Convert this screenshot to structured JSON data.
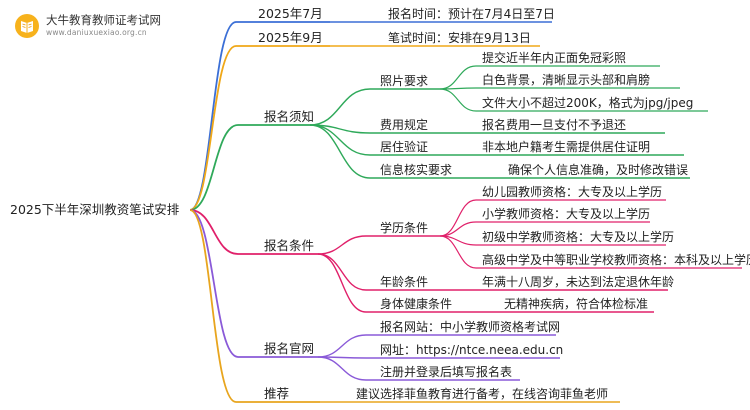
{
  "brand": {
    "title": "大牛教育教师证考试网",
    "url": "www.daniuxuexiao.org.cn"
  },
  "root": "2025下半年深圳教资笔试安排",
  "colors": {
    "blue": "#3b6fd6",
    "orange": "#f0a818",
    "green": "#2fa95a",
    "pink": "#e0206a",
    "purple": "#8a5ad8",
    "gold": "#e8a51e"
  },
  "nodes": {
    "july_date": "2025年7月",
    "july_detail": "报名时间：预计在7月4日至7日",
    "sep_date": "2025年9月",
    "sep_detail": "笔试时间：安排在9月13日",
    "notice": "报名须知",
    "photo": "照片要求",
    "photo_1": "提交近半年内正面免冠彩照",
    "photo_2": "白色背景，清晰显示头部和肩膀",
    "photo_3": "文件大小不超过200K，格式为jpg/jpeg",
    "fee": "费用规定",
    "fee_1": "报名费用一旦支付不予退还",
    "residence": "居住验证",
    "residence_1": "非本地户籍考生需提供居住证明",
    "verify": "信息核实要求",
    "verify_1": "确保个人信息准确，及时修改错误",
    "conditions": "报名条件",
    "edu": "学历条件",
    "edu_1": "幼儿园教师资格：大专及以上学历",
    "edu_2": "小学教师资格：大专及以上学历",
    "edu_3": "初级中学教师资格：大专及以上学历",
    "edu_4": "高级中学及中等职业学校教师资格：本科及以上学历",
    "age": "年龄条件",
    "age_1": "年满十八周岁，未达到法定退休年龄",
    "health": "身体健康条件",
    "health_1": "无精神疾病，符合体检标准",
    "site": "报名官网",
    "site_1": "报名网站：中小学教师资格考试网",
    "site_2": "网址：https://ntce.neea.edu.cn",
    "site_3": "注册并登录后填写报名表",
    "recommend": "推荐",
    "recommend_1": "建议选择菲鱼教育进行备考，在线咨询菲鱼老师"
  }
}
